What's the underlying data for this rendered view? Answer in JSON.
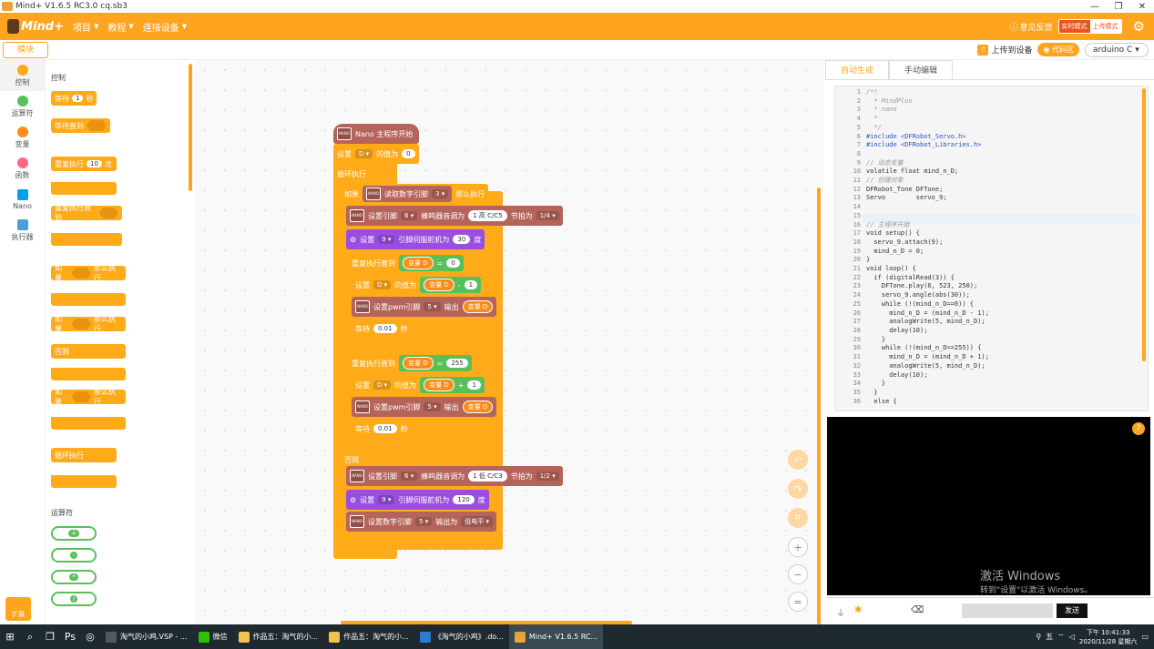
{
  "window": {
    "title": "Mind+ V1.6.5 RC3.0   cq.sb3",
    "min": "—",
    "max": "❐",
    "close": "✕"
  },
  "menu": {
    "logo": "Mind+",
    "items": [
      "项目",
      "教程",
      "连接设备"
    ],
    "feedback": "意见反馈",
    "mode_realtime": "实时模式",
    "mode_upload": "上传模式"
  },
  "toolbar": {
    "module_tab": "模块",
    "upload": "上传到设备",
    "code_btn": "代码区",
    "board": "arduino C"
  },
  "categories": [
    {
      "label": "控制",
      "color": "#ffab19"
    },
    {
      "label": "运算符",
      "color": "#59c059"
    },
    {
      "label": "变量",
      "color": "#ff8c1a"
    },
    {
      "label": "函数",
      "color": "#ff6680"
    },
    {
      "label": "Nano",
      "color": "#00a0e9"
    },
    {
      "label": "执行器",
      "color": "#4a9fd8"
    }
  ],
  "extension": "扩展",
  "palette": {
    "section_control": "控制",
    "wait": "等待",
    "wait_num": "1",
    "sec": "秒",
    "wait_until": "等待直到",
    "repeat": "重复执行",
    "repeat_num": "10",
    "times": "次",
    "repeat_until": "重复执行直到",
    "if": "如果",
    "then": "那么执行",
    "else": "否则",
    "forever": "循环执行",
    "section_ops": "运算符",
    "ops": [
      "+",
      "-",
      "*",
      "/"
    ]
  },
  "workspace": {
    "start": "Nano 主程序开始",
    "set_label": "设置",
    "var_d": "D",
    "init_to": "的值为",
    "init_val": "0",
    "forever": "循环执行",
    "if": "如果",
    "read_digital": "读取数字引脚",
    "pin3": "3",
    "then": "那么执行",
    "set_pin": "设置引脚",
    "pin6": "6",
    "buzzer": "蜂鸣器音调为",
    "tone1": "1 高 C/C5",
    "beat": "节拍为",
    "beat1": "1/4",
    "servo_set": "设置",
    "servo_pin": "9",
    "servo_label": "引脚伺服舵机为",
    "servo1": "30",
    "deg": "度",
    "repeat_until": "重复执行直到",
    "var_block": "变量 D",
    "eq": "=",
    "zero": "0",
    "set_d": "设置",
    "val_is": "的值为",
    "minus": "-",
    "plus": "+",
    "one": "1",
    "pwm": "设置pwm引脚",
    "pin5": "5",
    "output": "输出",
    "wait": "等待",
    "wait_val": "0.01",
    "sec": "秒",
    "v255": "255",
    "else": "否则",
    "tone2": "1 低 C/C3",
    "beat2": "1/2",
    "servo2": "120",
    "set_digital": "设置数字引脚",
    "output_to": "输出为",
    "low": "低电平"
  },
  "code": {
    "tab_auto": "自动生成",
    "tab_manual": "手动编辑",
    "lines": [
      "/*!",
      "  * MindPlus",
      "  * nano",
      "  *",
      "  */",
      "#include <DFRobot_Servo.h>",
      "#include <DFRobot_Libraries.h>",
      "",
      "// 动态变量",
      "volatile float mind_n_D;",
      "// 创建对象",
      "DFRobot_Tone DFTone;",
      "Servo        servo_9;",
      "",
      "",
      "// 主程序开始",
      "void setup() {",
      "  servo_9.attach(9);",
      "  mind_n_D = 0;",
      "}",
      "void loop() {",
      "  if (digitalRead(3)) {",
      "    DFTone.play(6, 523, 250);",
      "    servo_9.angle(abs(30));",
      "    while (!(mind_n_D==0)) {",
      "      mind_n_D = (mind_n_D - 1);",
      "      analogWrite(5, mind_n_D);",
      "      delay(10);",
      "    }",
      "    while (!(mind_n_D==255)) {",
      "      mind_n_D = (mind_n_D + 1);",
      "      analogWrite(5, mind_n_D);",
      "      delay(10);",
      "    }",
      "  }",
      "  else {"
    ],
    "line_numbers": [
      "1",
      "2",
      "3",
      "4",
      "5",
      "6",
      "7",
      "8",
      "9",
      "10",
      "11",
      "12",
      "13",
      "14",
      "15",
      "16",
      "17",
      "18",
      "19",
      "20",
      "21",
      "22",
      "23",
      "24",
      "25",
      "26",
      "27",
      "28",
      "29",
      "30",
      "31",
      "32",
      "33",
      "34",
      "35",
      "36"
    ]
  },
  "serial": {
    "activate_title": "激活 Windows",
    "activate_sub": "转到\"设置\"以激活 Windows。",
    "send": "发送",
    "help": "?"
  },
  "taskbar": {
    "apps": [
      "淘气的小鸡.VSP - ...",
      "微信",
      "作品五：淘气的小...",
      "作品五：淘气的小...",
      "《淘气的小鸡》.do...",
      "Mind+ V1.6.5 RC..."
    ],
    "ime": "五",
    "time": "下午 10:41:33",
    "date": "2020/11/28 星期六"
  }
}
